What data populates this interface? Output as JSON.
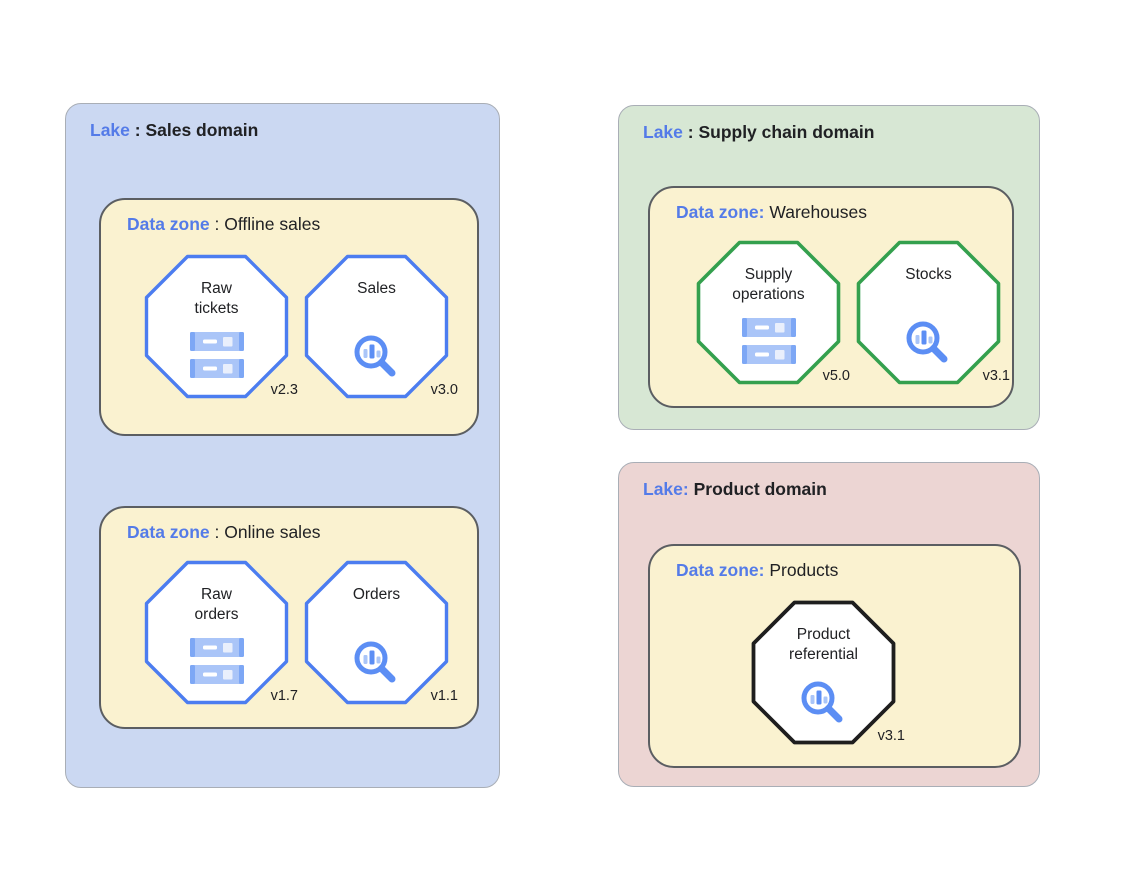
{
  "colors": {
    "page_bg": "#ffffff",
    "sales_lake_bg": "#cbd8f2",
    "supply_lake_bg": "#d7e7d4",
    "product_lake_bg": "#ecd5d3",
    "zone_bg": "#faf2d0",
    "zone_border": "#5b5e62",
    "lake_border": "#a9aeb6",
    "accent_blue": "#547be8",
    "text_dark": "#202124",
    "octagon_blue": "#4c7df0",
    "octagon_green": "#34a04e",
    "octagon_black": "#1e1e1e",
    "icon_blue": "#5c8ef4",
    "icon_light_blue": "#aac5f8"
  },
  "lakes": [
    {
      "prefix": "Lake",
      "sep": " : ",
      "title": "Sales domain",
      "zones": [
        {
          "prefix": "Data zone",
          "sep": " : ",
          "title": "Offline sales",
          "assets": [
            {
              "name": "Raw\ntickets",
              "icon": "storage",
              "version": "v2.3"
            },
            {
              "name": "Sales",
              "icon": "search-insights",
              "version": "v3.0"
            }
          ]
        },
        {
          "prefix": "Data zone",
          "sep": " : ",
          "title": "Online sales",
          "assets": [
            {
              "name": "Raw\norders",
              "icon": "storage",
              "version": "v1.7"
            },
            {
              "name": "Orders",
              "icon": "search-insights",
              "version": "v1.1"
            }
          ]
        }
      ]
    },
    {
      "prefix": "Lake",
      "sep": " : ",
      "title": "Supply chain domain",
      "zones": [
        {
          "prefix": "Data zone:",
          "sep": " ",
          "title": "Warehouses",
          "assets": [
            {
              "name": "Supply\noperations",
              "icon": "storage",
              "version": "v5.0"
            },
            {
              "name": "Stocks",
              "icon": "search-insights",
              "version": "v3.1"
            }
          ]
        }
      ]
    },
    {
      "prefix": "Lake:",
      "sep": " ",
      "title": "Product domain",
      "zones": [
        {
          "prefix": "Data zone:",
          "sep": " ",
          "title": "Products",
          "assets": [
            {
              "name": "Product\nreferential",
              "icon": "search-insights",
              "version": "v3.1"
            }
          ]
        }
      ]
    }
  ]
}
